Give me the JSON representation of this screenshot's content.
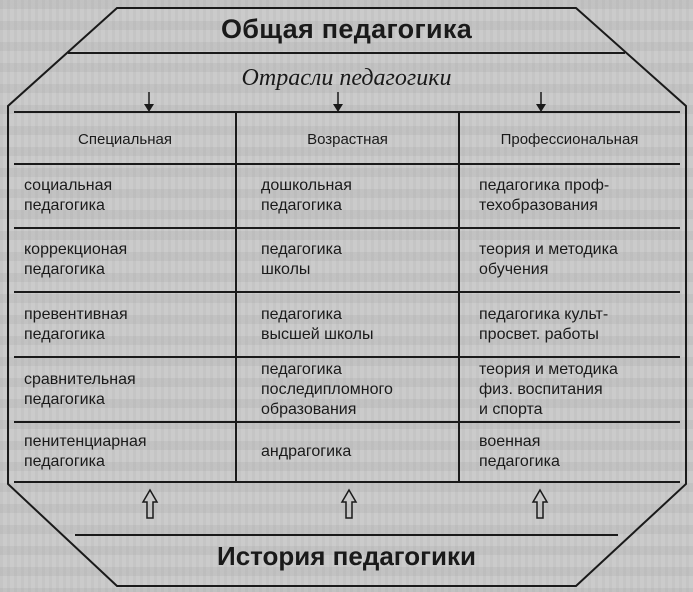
{
  "diagram": {
    "title": "Общая педагогика",
    "subtitle": "Отрасли педагогики",
    "bottom_title": "История педагогики",
    "columns": [
      {
        "header": "Специальная",
        "items": [
          "социальная\nпедагогика",
          "коррекционая\nпедагогика",
          "превентивная\nпедагогика",
          "сравнительная\nпедагогика",
          "пенитенциарная\nпедагогика"
        ]
      },
      {
        "header": "Возрастная",
        "items": [
          "дошкольная\nпедагогика",
          "педагогика\nшколы",
          "педагогика\nвысшей школы",
          "педагогика\nпоследипломного\nобразования",
          "андрагогика"
        ]
      },
      {
        "header": "Профессиональная",
        "items": [
          "педагогика проф-\nтехобразования",
          "теория и методика\nобучения",
          "педагогика культ-\nпросвет. работы",
          "теория и методика\nфиз. воспитания\nи спорта",
          "военная\nпедагогика"
        ]
      }
    ],
    "colors": {
      "line": "#1a1a1a",
      "background": "#cbcbcb"
    }
  }
}
